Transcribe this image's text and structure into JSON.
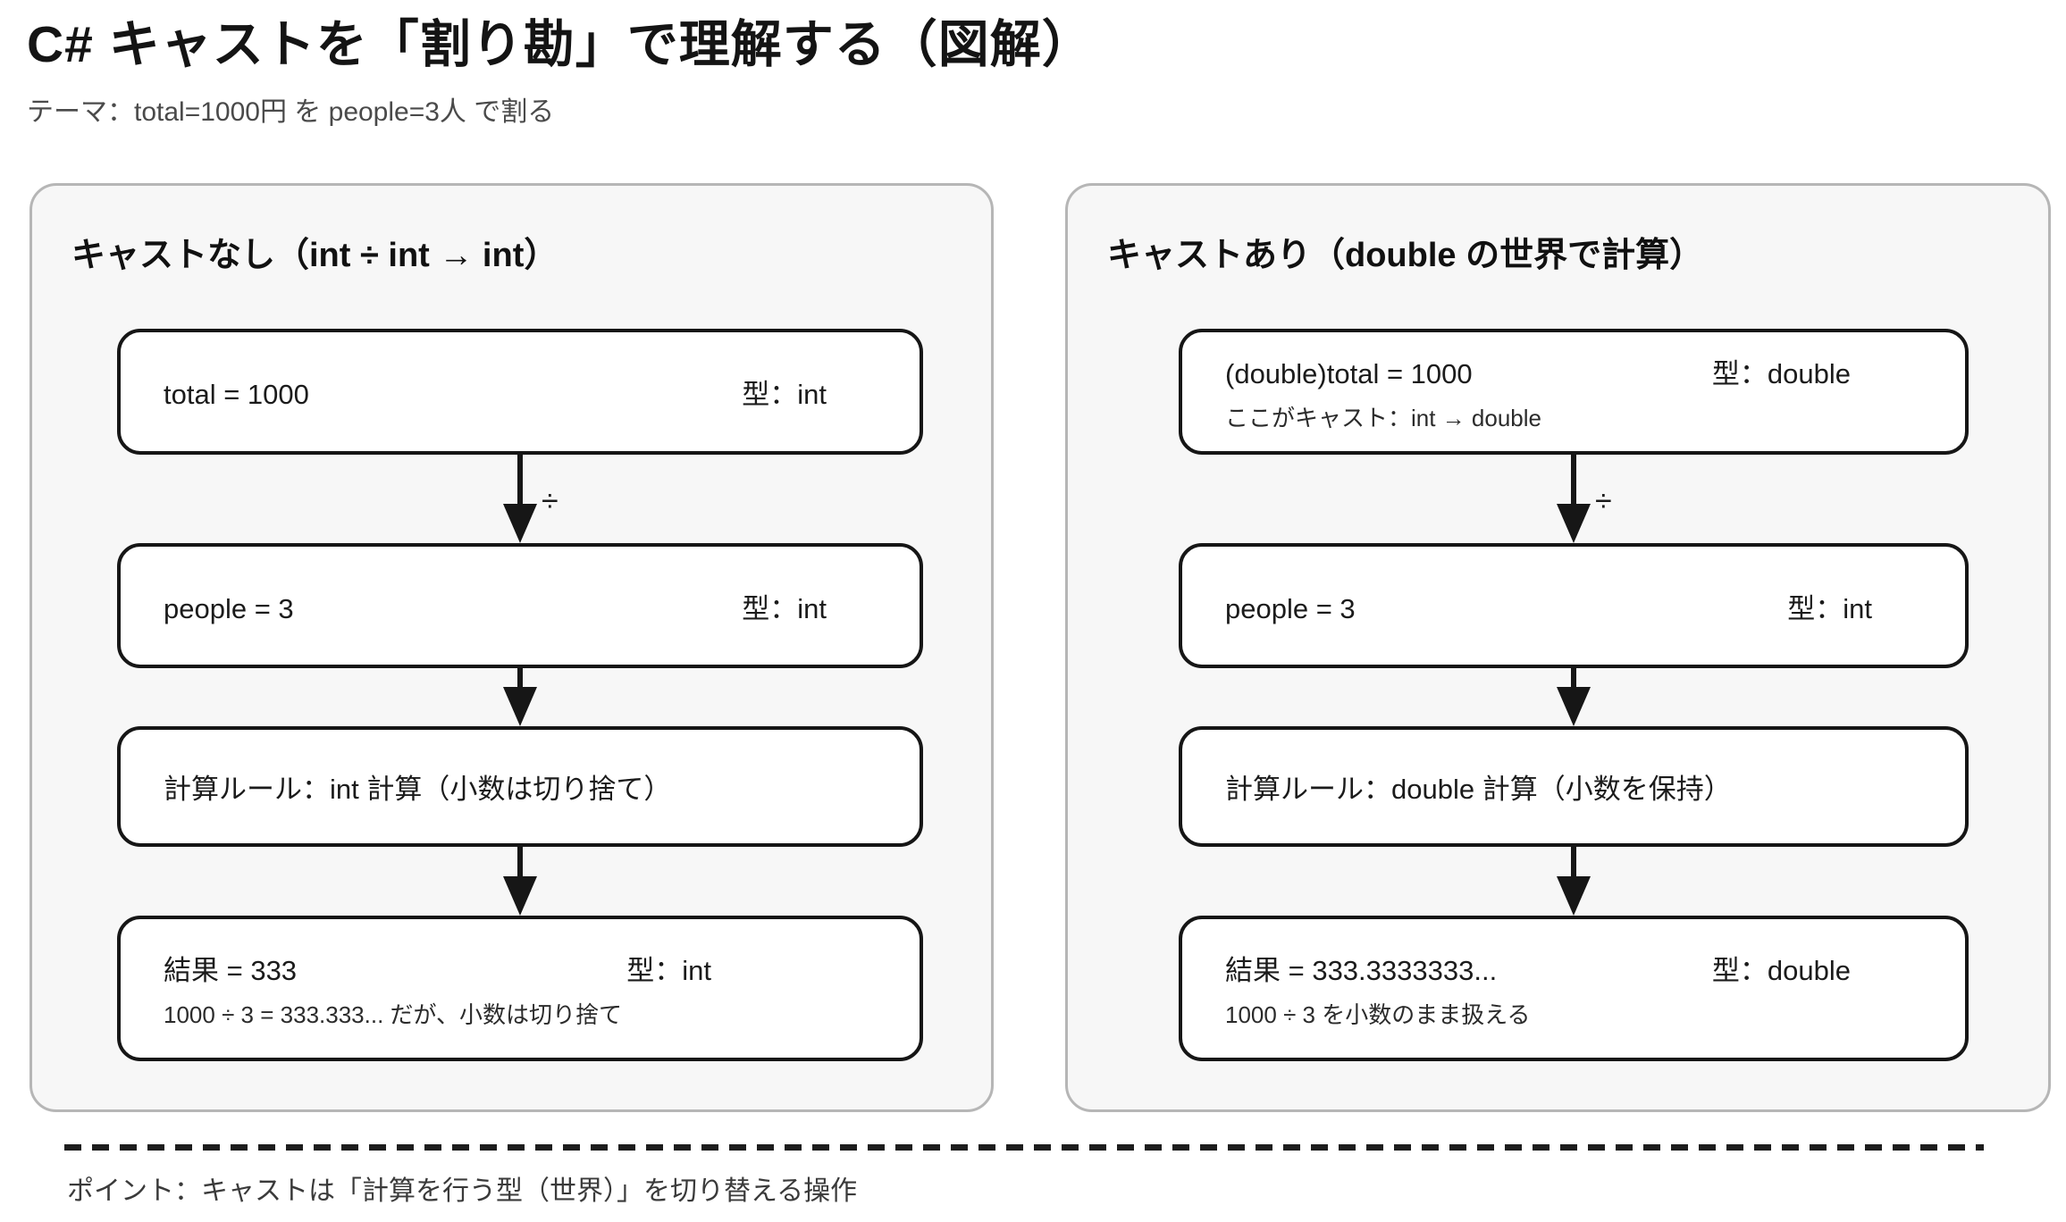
{
  "page": {
    "title": "C# キャストを「割り勘」で理解する（図解）",
    "subtitle": "テーマ：total=1000円 を people=3人 で割る",
    "point": "ポイント：キャストは「計算を行う型（世界）」を切り替える操作"
  },
  "colors": {
    "panel_background": "#f7f7f7",
    "panel_border": "#b6b6b6",
    "node_border": "#161616",
    "text": "#1b1b1b"
  },
  "panels": [
    {
      "title": "キャストなし（int ÷ int → int）",
      "operator": "÷",
      "steps": [
        {
          "label": "total = 1000",
          "type": "型：int"
        },
        {
          "label": "people = 3",
          "type": "型：int"
        },
        {
          "label": "計算ルール：int 計算（小数は切り捨て）"
        },
        {
          "label": "結果 = 333",
          "type": "型：int",
          "note": "1000 ÷ 3 = 333.333... だが、小数は切り捨て"
        }
      ]
    },
    {
      "title": "キャストあり（double の世界で計算）",
      "operator": "÷",
      "steps": [
        {
          "label": "(double)total = 1000",
          "type": "型：double",
          "note": "ここがキャスト：int → double"
        },
        {
          "label": "people = 3",
          "type": "型：int"
        },
        {
          "label": "計算ルール：double 計算（小数を保持）"
        },
        {
          "label": "結果 = 333.3333333...",
          "type": "型：double",
          "note": "1000 ÷ 3 を小数のまま扱える"
        }
      ]
    }
  ]
}
